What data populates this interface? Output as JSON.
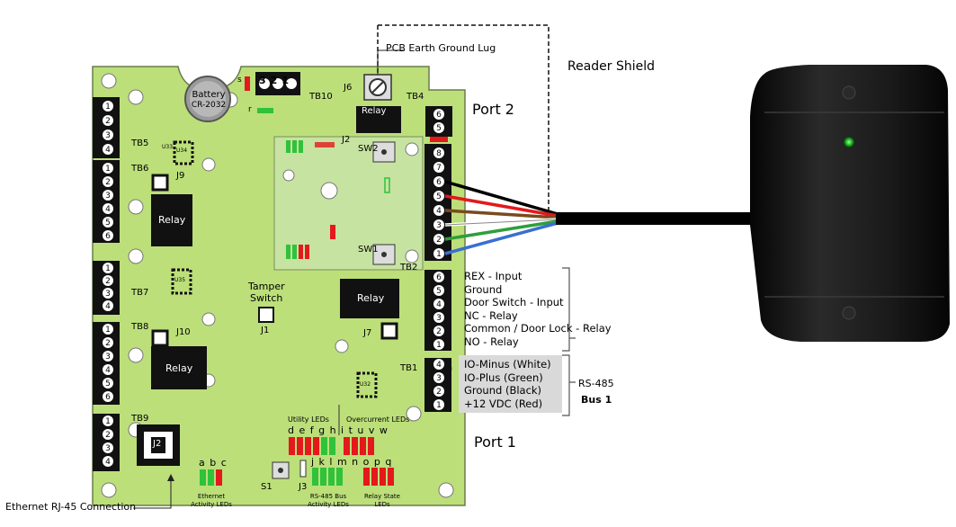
{
  "callouts": {
    "earth_ground": "PCB Earth Ground Lug",
    "reader_shield": "Reader Shield",
    "ethernet": "Ethernet RJ-45 Connection"
  },
  "ports": {
    "port2": "Port 2",
    "port1": "Port 1"
  },
  "battery": {
    "line1": "Battery",
    "line2": "CR-2032"
  },
  "board": {
    "tb_labels": [
      "TB5",
      "TB6",
      "TB7",
      "TB8",
      "TB9",
      "TB10",
      "TB4",
      "TB2",
      "TB1"
    ],
    "j_labels": [
      "J9",
      "J10",
      "J2",
      "J6",
      "J1",
      "J7",
      "J3",
      "J2"
    ],
    "sw_labels": [
      "SW2",
      "SW1",
      "S1"
    ],
    "relay_label": "Relay",
    "tamper": [
      "Tamper",
      "Switch"
    ],
    "utility_leds": "Utility LEDs",
    "overcurrent_leds": "Overcurrent LEDs",
    "led_letters_1": "d e f g h i  t u v w",
    "led_letters_2": "j k l m   n o p q",
    "led_letters_abc": "a b c",
    "ethernet_leds": [
      "Ethernet",
      "Activity LEDs"
    ],
    "rs485_leds": [
      "RS-485 Bus",
      "Activity LEDs"
    ],
    "relay_leds": [
      "Relay State",
      "LEDs"
    ],
    "chips": [
      "U34",
      "U35",
      "U33",
      "U32"
    ],
    "small_s": "s",
    "small_r": "r"
  },
  "tb10_numbers": [
    "3",
    "2",
    "1"
  ],
  "tb2_terminals": [
    "REX - Input",
    "Ground",
    "Door Switch - Input",
    "NC - Relay",
    "Common / Door Lock - Relay",
    "NO - Relay"
  ],
  "tb1_terminals": [
    "IO-Minus (White)",
    "IO-Plus (Green)",
    "Ground (Black)",
    "+12 VDC (Red)"
  ],
  "rs485": {
    "line1": "RS-485",
    "line2": "Bus 1"
  },
  "colors": {
    "board": "#bcdf7a",
    "terminal": "#111111",
    "wires": [
      "#000000",
      "#e3191b",
      "#7a4a1e",
      "#ffffff",
      "#2e9f3a",
      "#3a6fd0"
    ],
    "led_red": "#e3191b",
    "led_green": "#2fc23a"
  }
}
